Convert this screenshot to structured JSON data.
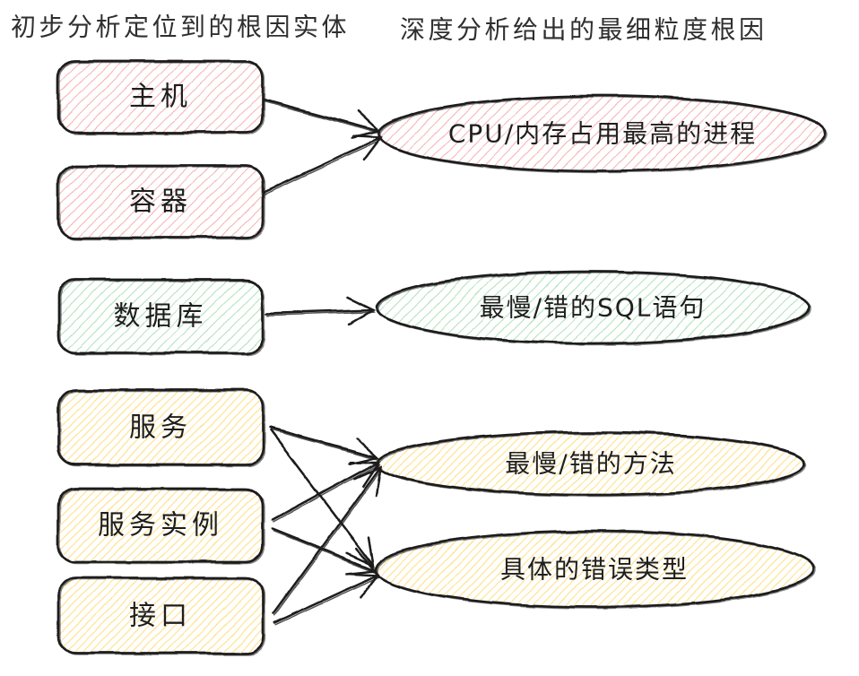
{
  "titles": {
    "left": "初步分析定位到的根因实体",
    "right": "深度分析给出的最细粒度根因"
  },
  "entities": [
    {
      "label": "主机",
      "group": "red"
    },
    {
      "label": "容器",
      "group": "red"
    },
    {
      "label": "数据库",
      "group": "green"
    },
    {
      "label": "服务",
      "group": "yellow"
    },
    {
      "label": "服务实例",
      "group": "yellow"
    },
    {
      "label": "接口",
      "group": "yellow"
    }
  ],
  "root_causes": [
    {
      "label": "CPU/内存占用最高的进程",
      "group": "red"
    },
    {
      "label": "最慢/错的SQL语句",
      "group": "green"
    },
    {
      "label": "最慢/错的方法",
      "group": "yellow"
    },
    {
      "label": "具体的错误类型",
      "group": "yellow"
    }
  ],
  "edges": [
    {
      "from": "主机",
      "to": "CPU/内存占用最高的进程"
    },
    {
      "from": "容器",
      "to": "CPU/内存占用最高的进程"
    },
    {
      "from": "数据库",
      "to": "最慢/错的SQL语句"
    },
    {
      "from": "服务",
      "to": "最慢/错的方法"
    },
    {
      "from": "服务",
      "to": "具体的错误类型"
    },
    {
      "from": "服务实例",
      "to": "最慢/错的方法"
    },
    {
      "from": "服务实例",
      "to": "具体的错误类型"
    },
    {
      "from": "接口",
      "to": "最慢/错的方法"
    },
    {
      "from": "接口",
      "to": "具体的错误类型"
    }
  ],
  "colors": {
    "ink": "#1e1e1e",
    "red_hatch": "#f6b1b1",
    "green_hatch": "#a9e0b5",
    "yellow_hatch": "#ffe291",
    "background": "#ffffff"
  }
}
